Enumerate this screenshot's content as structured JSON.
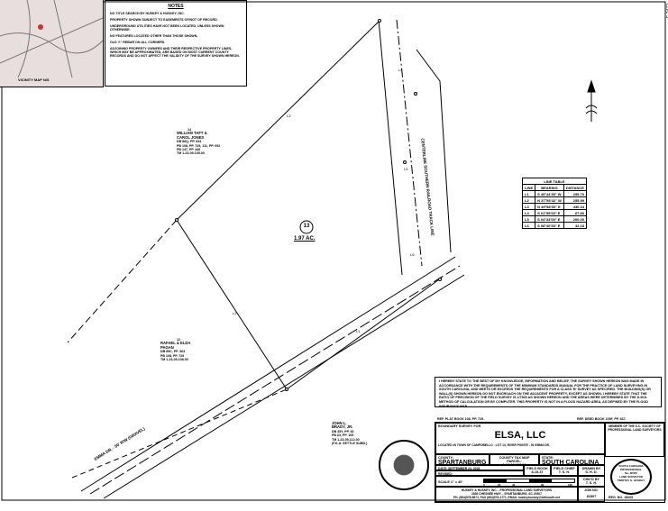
{
  "vicinity_map": {
    "label": "VICINITY MAP  N/S"
  },
  "notes": {
    "title": "NOTES",
    "items": [
      "NO TITLE SEARCH BY HUSKEY & HUSKEY, INC.",
      "PROPERTY SHOWN SUBJECT TO EASEMENTS OF/NOT OF RECORD.",
      "UNDERGROUND UTILITIES HAVE NOT BEEN LOCATED, UNLESS SHOWN OTHERWISE.",
      "NO FEATURES LOCATED OTHER THAN THOSE SHOWN.",
      "OLD ½\" REBAR ON ALL CORNERS.",
      "ADJOINING PROPERTY OWNERS AND THEIR RESPECTIVE PROPERTY LINES, WHICH MAY BE APPROXIMATED, ARE BASED ON MOST CURRENT COUNTY RECORDS AND DO NOT AFFECT THE VALIDITY OF THE SURVEY SHOWN HEREON."
    ]
  },
  "sheet_id": "F-2472",
  "lot": {
    "number": "13",
    "area": "1.97 AC."
  },
  "owners": [
    {
      "lot": "14",
      "name": [
        "WILLIAM TAFT &",
        "CAROL JONES"
      ],
      "refs": [
        "DB 86Q, PP. 844",
        "PB 108, PP. 729, 111, PP. 692",
        "PB 147, PP. 446",
        "TM 1-23-09-105.00"
      ]
    },
    {
      "lot": "12",
      "name": [
        "RAFAEL & ELDA",
        "PAGAN"
      ],
      "refs": [
        "DB 89C, PP. 363",
        "PB 108, PP. 729",
        "TM 1-23-09-108.00"
      ]
    },
    {
      "lot": "",
      "name": [
        "JOHN L.",
        "BRADY, JR."
      ],
      "refs": [
        "DB 45Y, PP. 66",
        "PB 63, PP. 105",
        "TM 1-23-09-112.00",
        "(F.K.A. SETTLE SUBD.)"
      ]
    }
  ],
  "labels": {
    "railroad": "CENTERLINE SOUTHERN RAILROAD TRACK LINE",
    "road": "EMMA DR. - 50' R/W (GRAVEL)",
    "lines": [
      "L1",
      "L2",
      "L3",
      "L4",
      "L5",
      "L6"
    ]
  },
  "line_table": {
    "title": "LINE TABLE",
    "headers": [
      "LINE",
      "BEARING",
      "DISTANCE"
    ],
    "rows": [
      [
        "L1",
        "S 49°44'35\" W",
        "259.70"
      ],
      [
        "L2",
        "N 37°55'42\" W",
        "255.99"
      ],
      [
        "L3",
        "N 49°58'00\" E",
        "430.34"
      ],
      [
        "L4",
        "S 01°59'00\" E",
        "67.80"
      ],
      [
        "L5",
        "S 04°33'00\" E",
        "200.00"
      ],
      [
        "L6",
        "S 08°40'53\" E",
        "42.18"
      ]
    ]
  },
  "certification": "I HEREBY STATE TO THE BEST OF MY KNOWLEDGE, INFORMATION AND BELIEF, THE SURVEY SHOWN HEREON WAS MADE IN ACCORDANCE WITH THE REQUIREMENTS OF THE MINIMUM STANDARDS MANUAL FOR THE PRACTICE OF LAND SURVEYING IN SOUTH CAROLINA, AND MEETS OR EXCEEDS THE REQUIREMENTS FOR A CLASS 'B' SURVEY AS SPECIFIED. THE BUILDING(S) OR WALL(S) SHOWN HEREON DO NOT ENCROACH ON THE ADJACENT PROPERTY, EXCEPT AS SHOWN. I HEREBY STATE THAT THE RATIO OF PRECISION OF THE FIELD SURVEY IS 1/7500 AS SHOWN HEREON AND THE AREAS WERE DETERMINED BY THE D.M.D. METHOD OF CALCULATION OR BY COMPUTER. THIS PROPERTY IS NOT IN A FLOOD HAZARD AREA, AS DEFINED BY THE FLOOD INSURANCE MAP.",
  "ref_plat": "REF. PLAT BOOK 108, PP. 729.",
  "ref_deed": "REF. DEED BOOK 109F, PP. 667.",
  "title_block": {
    "heading": "BOUNDARY SURVEY FOR",
    "client": "ELSA, LLC",
    "location": "LOCATED IN TOWN OF CAMPOBELLO - LOT 13, RIVER POINTE - 91 EMMA DR.",
    "county_label": "COUNTY:",
    "county": "SPARTANBURG",
    "tax_label": "COUNTY TAX MAP PARCEL:",
    "tax": "1-23-09-107.00",
    "state_label": "STATE:",
    "state": "SOUTH CAROLINA",
    "date": "DATE: SEPTEMBER 24, 2018",
    "revised": "REVISED:",
    "field_book_label": "FIELD BOOK",
    "field_book": "8-15-37",
    "field_chief_label": "FIELD CHIEF",
    "field_chief": "T. S. H.",
    "drawn_label": "DRAWN BY",
    "drawn": "S. H. D.",
    "chkd_label": "CHK'D BY",
    "chkd": "T. S. H.",
    "scale": "SCALE 1\" = 40'",
    "scale_ticks": [
      "0",
      "20",
      "40",
      "80",
      "160"
    ],
    "firm": [
      "HUSKEY & HUSKEY, INC. - PROFESSIONAL LAND SURVEYORS",
      "2839 CHESNEE HWY. - SPARTANBURG, SC 29307",
      "PH. (864)578-6871, FAX (864)578-1771, EMAIL huskeyhuskey@bellsouth.net"
    ],
    "job_label": "JOB NO.",
    "job": "81507",
    "member": "MEMBER OF THE S.C. SOCIETY OF PROFESSIONAL LAND SURVEYORS",
    "seal": [
      "SOUTH CAROLINA",
      "PROFESSIONAL",
      "No. 8OO5",
      "LAND SURVEYOR",
      "TIMOTHY S. HUSKEY"
    ],
    "reg": "REG. NO. 18005"
  }
}
